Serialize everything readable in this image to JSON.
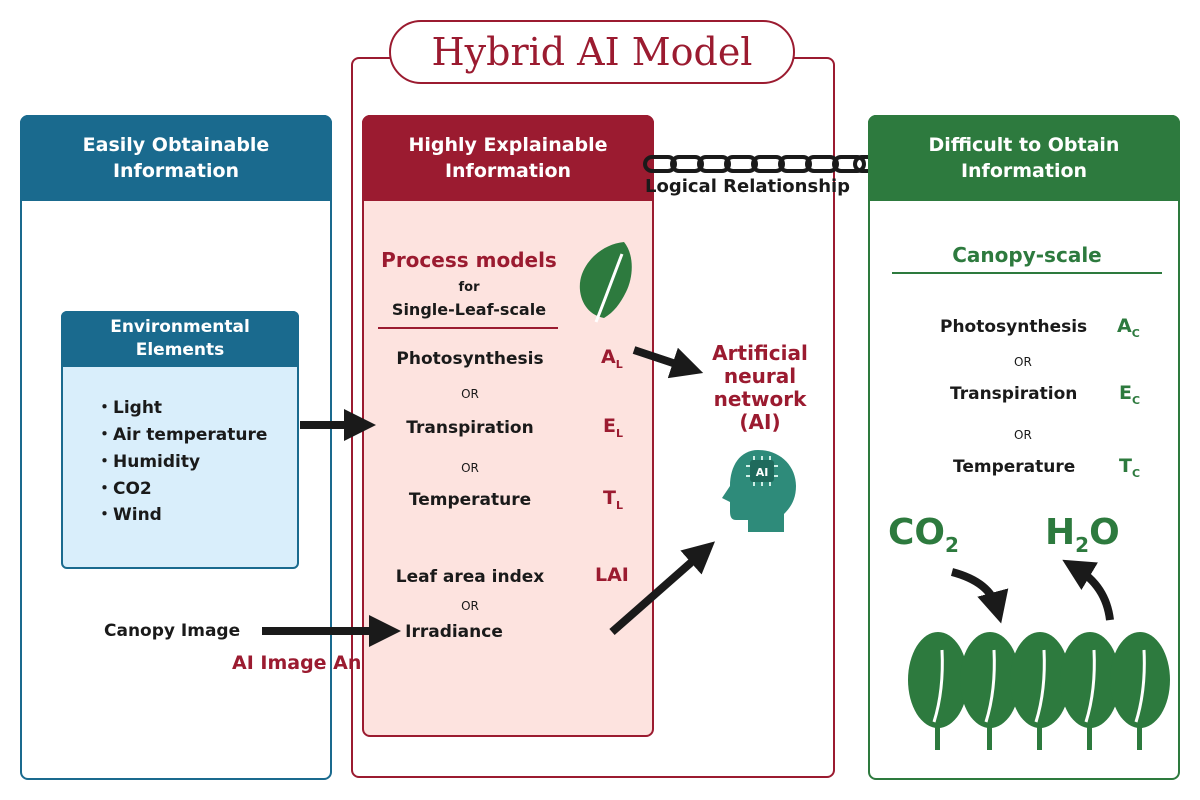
{
  "title": "Hybrid AI Model",
  "left": {
    "header": "Easily Obtainable Information",
    "env_title": "Environmental Elements",
    "env_items": [
      "・Light",
      "・Air temperature",
      "・Humidity",
      "・CO2",
      "・Wind"
    ],
    "canopy_image": "Canopy Image",
    "ai_image_analysis": "AI Image Analysis"
  },
  "middle": {
    "header": "Highly Explainable Information",
    "process_title": "Process models",
    "process_for": "for",
    "process_scale": "Single-Leaf-scale",
    "rows": [
      {
        "label": "Photosynthesis",
        "sym": "A",
        "sub": "L"
      },
      {
        "label": "Transpiration",
        "sym": "E",
        "sub": "L"
      },
      {
        "label": "Temperature",
        "sym": "T",
        "sub": "L"
      }
    ],
    "or": "OR",
    "lai_label": "Leaf area index",
    "lai_sym": "LAI",
    "irradiance": "Irradiance"
  },
  "link": {
    "label": "Logical Relationship"
  },
  "ann": {
    "line1": "Artificial",
    "line2": "neural",
    "line3": "network",
    "line4": "(AI)",
    "chip": "AI"
  },
  "right": {
    "header": "Difficult to Obtain Information",
    "scale": "Canopy-scale",
    "rows": [
      {
        "label": "Photosynthesis",
        "sym": "A",
        "sub": "C"
      },
      {
        "label": "Transpiration",
        "sym": "E",
        "sub": "C"
      },
      {
        "label": "Temperature",
        "sym": "T",
        "sub": "C"
      }
    ],
    "or": "OR",
    "co2_main": "CO",
    "co2_sub": "2",
    "h2o_h": "H",
    "h2o_sub": "2",
    "h2o_o": "O"
  },
  "colors": {
    "red": "#9b1b30",
    "blue": "#1a6a8e",
    "green": "#2d7a3e",
    "pink": "#fde3df",
    "light_blue": "#d9eefb",
    "teal": "#2e8b7a"
  }
}
